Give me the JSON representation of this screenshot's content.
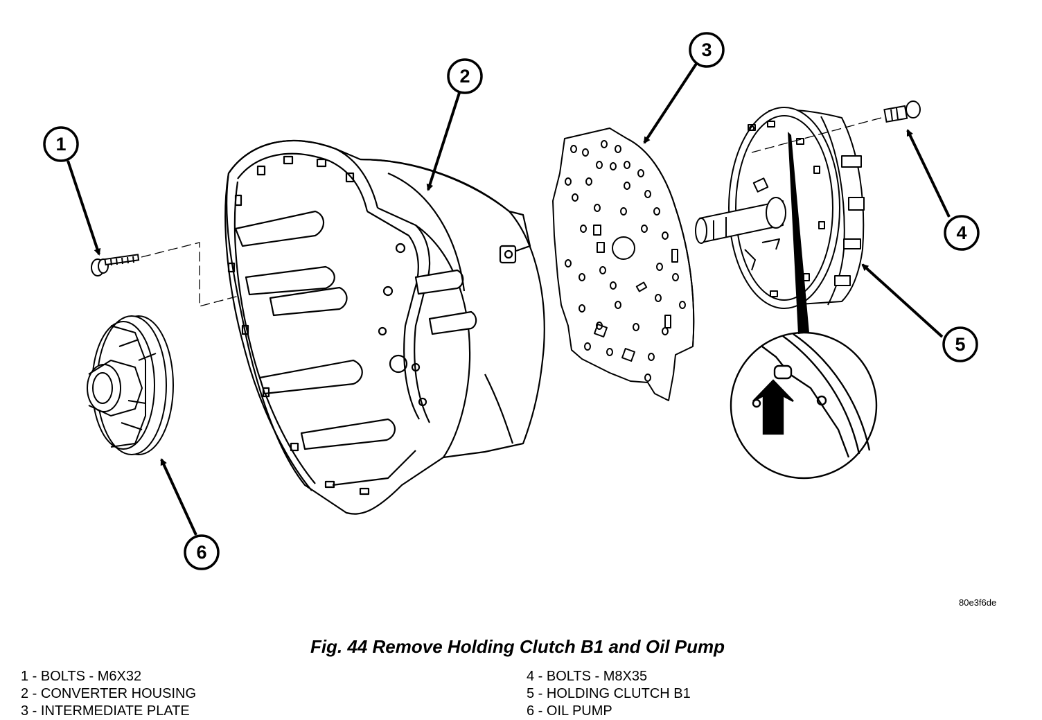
{
  "callouts": [
    "1",
    "2",
    "3",
    "4",
    "5",
    "6"
  ],
  "reference_code": "80e3f6de",
  "caption": "Fig. 44 Remove Holding Clutch B1 and Oil Pump",
  "legend": {
    "left": [
      "1 - BOLTS - M6X32",
      "2 - CONVERTER HOUSING",
      "3 - INTERMEDIATE PLATE"
    ],
    "right": [
      "4 - BOLTS - M8X35",
      "5 - HOLDING CLUTCH B1",
      "6 - OIL PUMP"
    ]
  }
}
